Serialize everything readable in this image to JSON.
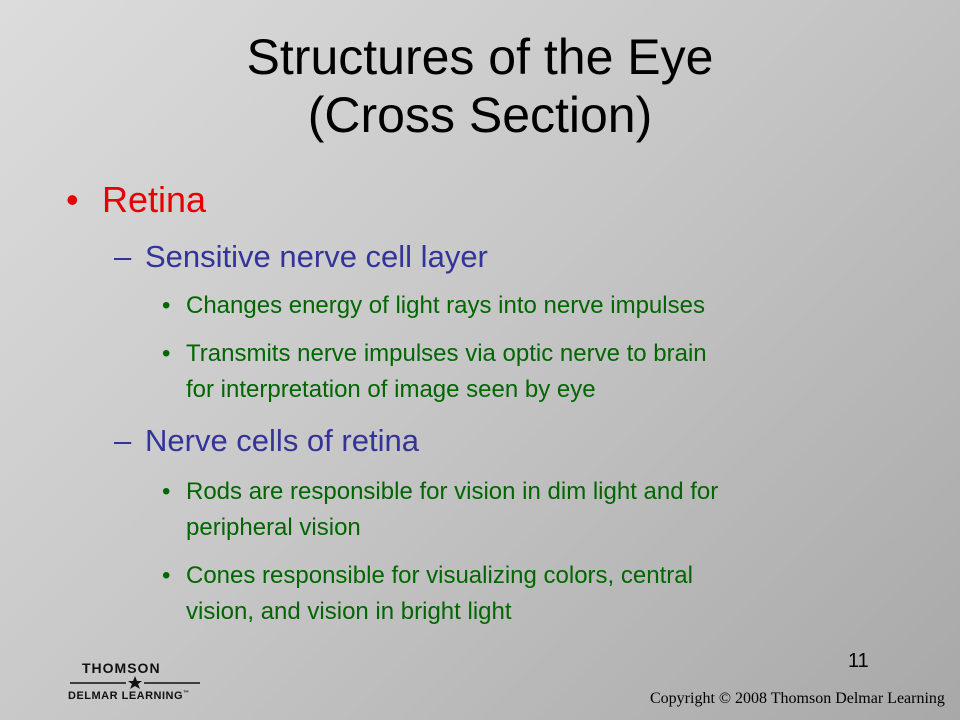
{
  "slide": {
    "title_line1": "Structures of the Eye",
    "title_line2": "(Cross Section)",
    "colors": {
      "title": "#000000",
      "level1": "#e60000",
      "level2": "#333399",
      "level3": "#006600"
    },
    "bullets": [
      {
        "mark": "•",
        "text": "Retina",
        "sub": [
          {
            "mark": "–",
            "text": "Sensitive nerve cell layer",
            "sub": [
              {
                "mark": "•",
                "line1": "Changes energy of light rays into nerve impulses"
              },
              {
                "mark": "•",
                "line1": "Transmits nerve impulses via optic nerve to brain",
                "line2": "for interpretation of image seen by eye"
              }
            ]
          },
          {
            "mark": "–",
            "text": "Nerve cells of retina",
            "sub": [
              {
                "mark": "•",
                "line1": "Rods are responsible for vision in dim light and for",
                "line2": "peripheral vision"
              },
              {
                "mark": "•",
                "line1": "Cones responsible for visualizing colors, central",
                "line2": "vision, and vision in bright light"
              }
            ]
          }
        ]
      }
    ],
    "page_number": "11"
  },
  "footer": {
    "logo_top": "THOMSON",
    "logo_bottom": "DELMAR LEARNING",
    "logo_tm": "™",
    "copyright": "Copyright © 2008 Thomson Delmar Learning"
  }
}
